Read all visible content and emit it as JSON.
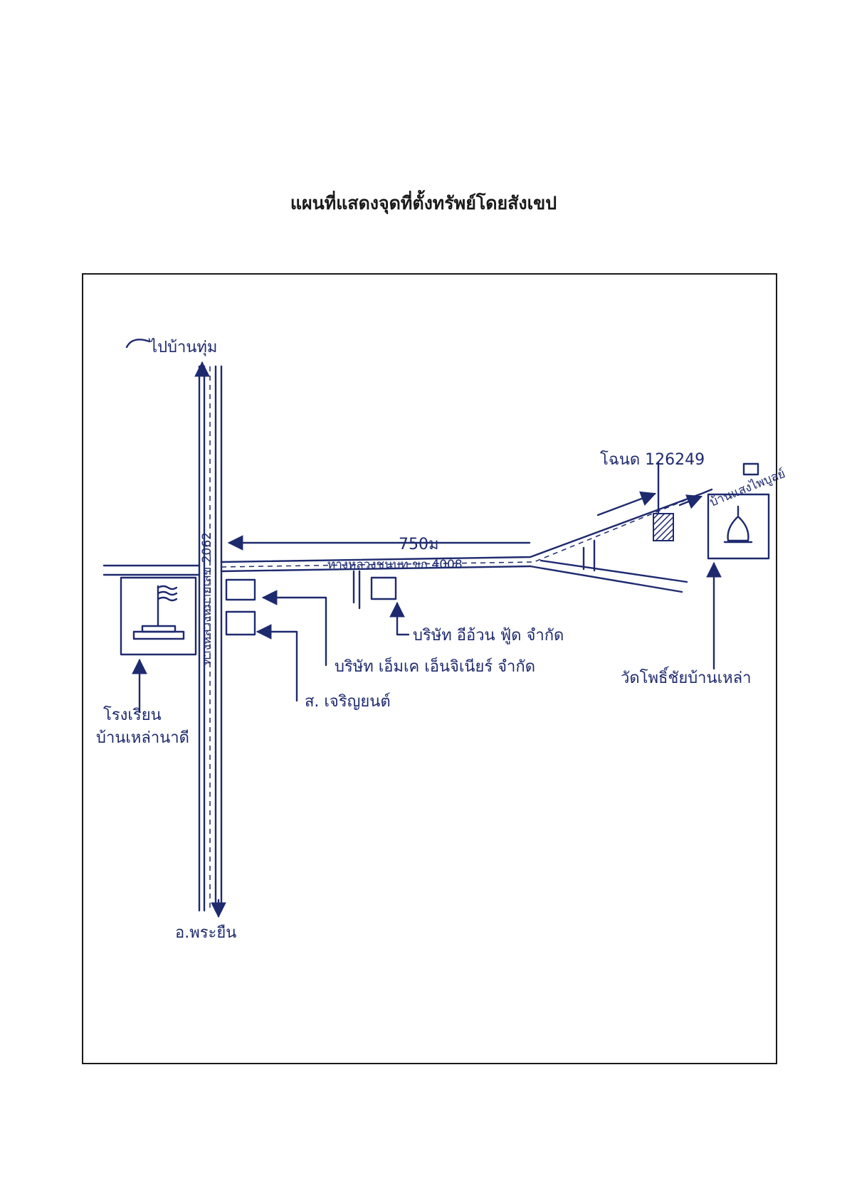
{
  "page_title": "แผนที่แสดงจุดที่ตั้งทรัพย์โดยสังเขป",
  "labels": {
    "north_destination": "ไปบ้านทุ่ม",
    "south_destination": "อ.พระยืน",
    "main_highway": "ทางหลวงหมายเลข 2062",
    "rural_road": "ทางหลวงชนบท ขก.4008",
    "distance": "750ม",
    "title_deed": "โฉนด 126249",
    "village": "บ้านแสงไพบูลย์",
    "school_line1": "โรงเรียน",
    "school_line2": "บ้านเหล่านาดี",
    "company_iwan": "บริษัท อีอ้วน ฟู้ด จำกัด",
    "company_mk": "บริษัท เอ็มเค เอ็นจิเนียร์ จำกัด",
    "shop_charoen": "ส. เจริญยนต์",
    "temple": "วัดโพธิ์ชัยบ้านเหล่า"
  },
  "colors": {
    "ink": "#1e2a6e",
    "frame": "#1a1a1a",
    "title": "#1a1a1a"
  },
  "icons": {
    "school": "flag-on-pedestal-icon",
    "temple": "stupa-icon",
    "property": "hatched-plot-icon"
  }
}
